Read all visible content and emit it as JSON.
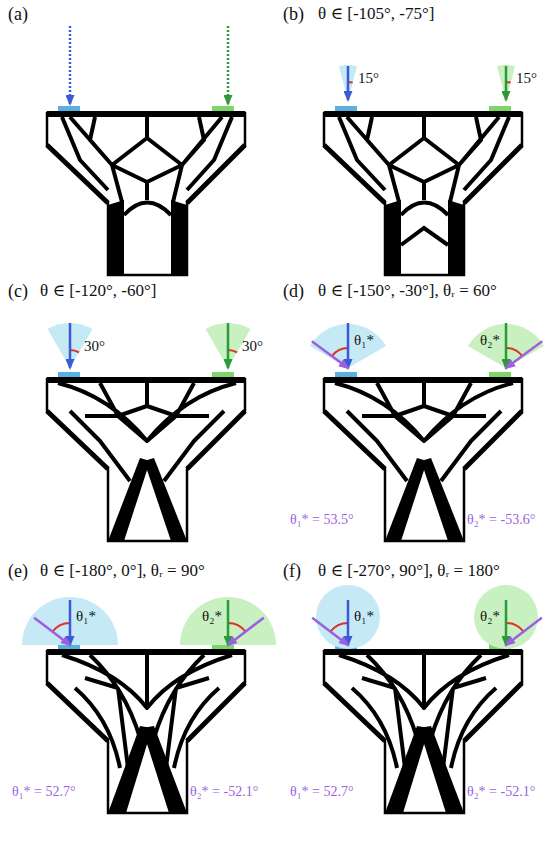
{
  "diagram": {
    "labels": [
      "(a)",
      "(b)",
      "θ ∈ [-105°, -75°]",
      "15°",
      "15°",
      "(c)",
      "θ ∈ [-120°, -60°]",
      "30°",
      "30°",
      "(d)",
      "θ ∈ [-150°, -30°], θᵣ = 60°",
      "θ₁*",
      "θ₂*",
      "θ₁* = 53.5°",
      "θ₂* = -53.6°",
      "(e)",
      "θ ∈ [-180°, 0°], θᵣ = 90°",
      "θ₁*",
      "θ₂*",
      "θ₁* = 52.7°",
      "θ₂* = -52.1°",
      "(f)",
      "θ ∈ [-270°, 90°], θᵣ = 180°",
      "θ₁*",
      "θ₂*",
      "θ₁* = 52.7°",
      "θ₂* = -52.1°"
    ]
  }
}
